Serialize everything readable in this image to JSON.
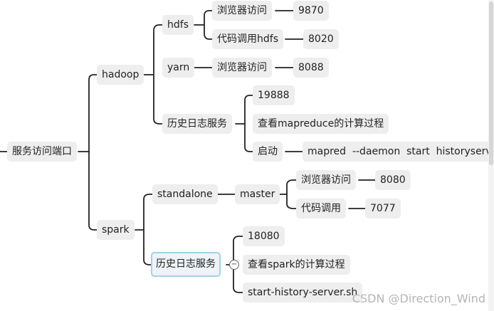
{
  "mindmap": {
    "root": "服务访问端口",
    "branches": {
      "hadoop": {
        "label": "hadoop",
        "hdfs": {
          "label": "hdfs",
          "browser": "浏览器访问",
          "browser_port": "9870",
          "code": "代码调用hdfs",
          "code_port": "8020"
        },
        "yarn": {
          "label": "yarn",
          "browser": "浏览器访问",
          "browser_port": "8088"
        },
        "history": {
          "label": "历史日志服务",
          "port": "19888",
          "view": "查看mapreduce的计算过程",
          "start": "启动",
          "start_cmd": "mapred  --daemon  start  historyserver"
        }
      },
      "spark": {
        "label": "spark",
        "standalone": {
          "label": "standalone",
          "master": "master",
          "browser": "浏览器访问",
          "browser_port": "8080",
          "code": "代码调用",
          "code_port": "7077"
        },
        "history": {
          "label": "历史日志服务",
          "port": "18080",
          "view": "查看spark的计算过程",
          "start_cmd": "start-history-server.sh"
        }
      }
    }
  },
  "watermark": "CSDN @Direction_Wind",
  "colors": {
    "node_bg": "#eeeeee",
    "line": "#222222",
    "selected_border": "#9fd3ea"
  }
}
